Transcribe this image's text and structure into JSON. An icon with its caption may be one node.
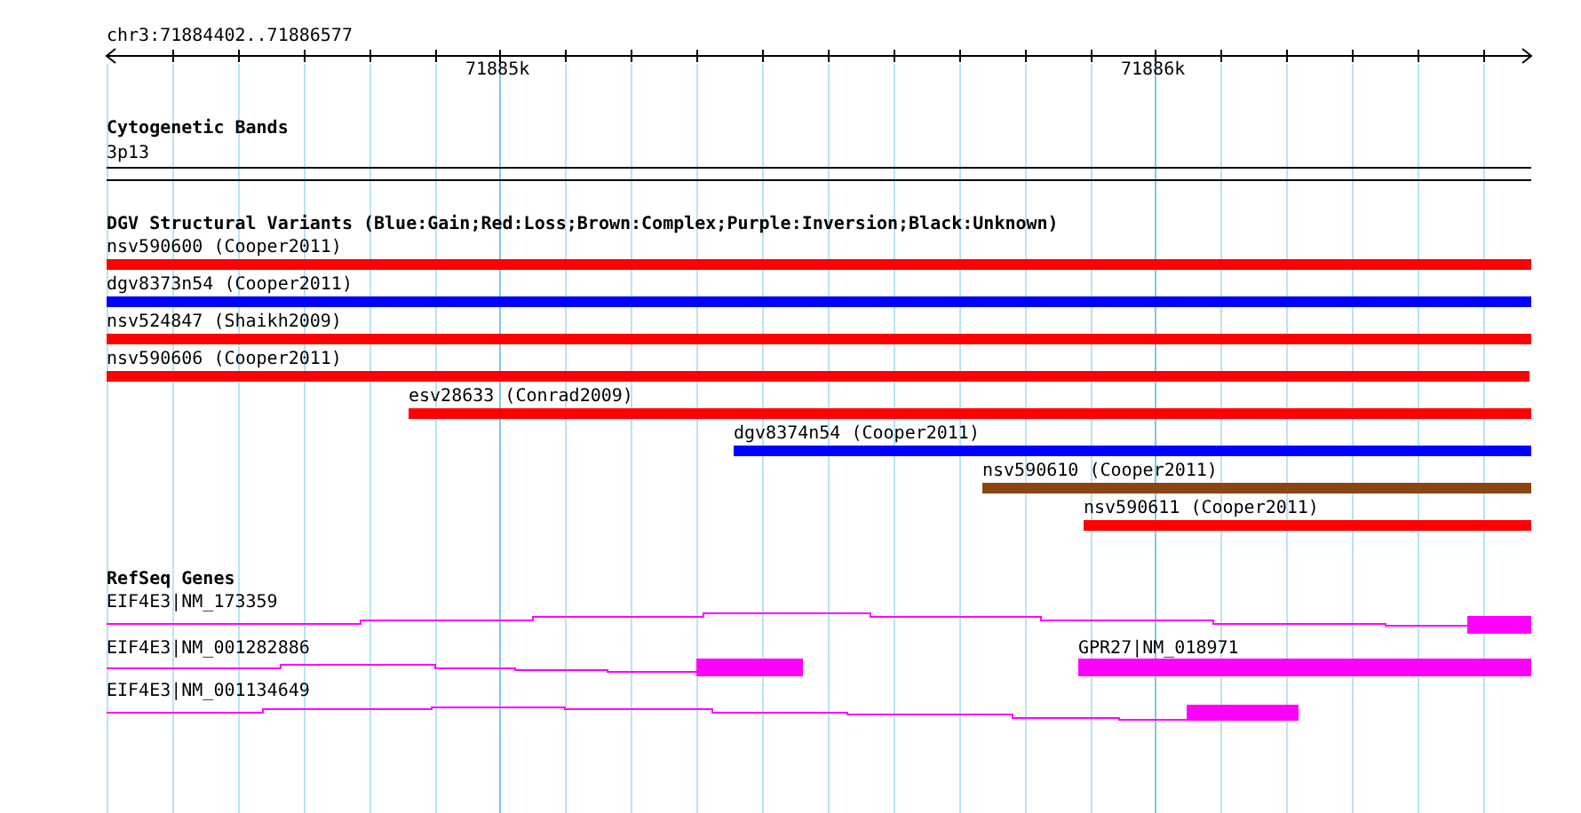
{
  "diagram": {
    "nodes": [
      {
        "text": [
          "3p13"
        ]
      },
      {
        "text": [
          "nsv590600 (Cooper2011)"
        ]
      },
      {
        "text": [
          "dgv8373n54 (Cooper2011)"
        ]
      },
      {
        "text": [
          "nsv524847 (Shaikh2009)"
        ]
      },
      {
        "text": [
          "nsv590606 (Cooper2011)"
        ]
      },
      {
        "text": [
          "esv28633 (Conrad2009)"
        ]
      },
      {
        "text": [
          "dgv8374n54 (Cooper2011)"
        ]
      },
      {
        "text": [
          "nsv590610 (Cooper2011)"
        ]
      },
      {
        "text": [
          "nsv590611 (Cooper2011)"
        ]
      },
      {
        "text": [
          "EIF4E3|NM_173359"
        ]
      },
      {
        "text": [
          "EIF4E3|NM_001282886"
        ]
      },
      {
        "text": [
          "GPR27|NM_018971"
        ]
      },
      {
        "text": [
          "EIF4E3|NM_001134649"
        ]
      }
    ],
    "labels": [
      "chr3:71884402..71886577",
      "71885k",
      "71886k",
      "Cytogenetic Bands",
      "DGV Structural Variants (Blue:Gain;Red:Loss;Brown:Complex;Purple:Inversion;Black:Unknown)",
      "RefSeq Genes"
    ]
  }
}
